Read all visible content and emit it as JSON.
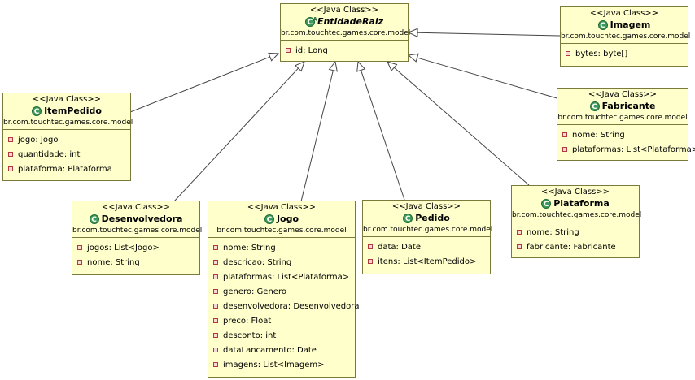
{
  "stereotype": "<<Java Class>>",
  "classes": {
    "entidade_raiz": {
      "name": "EntidadeRaiz",
      "package": "br.com.touchtec.games.core.model",
      "attrs": [
        "id: Long"
      ]
    },
    "imagem": {
      "name": "Imagem",
      "package": "br.com.touchtec.games.core.model",
      "attrs": [
        "bytes: byte[]"
      ]
    },
    "item_pedido": {
      "name": "ItemPedido",
      "package": "br.com.touchtec.games.core.model",
      "attrs": [
        "jogo: Jogo",
        "quantidade: int",
        "plataforma: Plataforma"
      ]
    },
    "fabricante": {
      "name": "Fabricante",
      "package": "br.com.touchtec.games.core.model",
      "attrs": [
        "nome: String",
        "plataformas: List<Plataforma>"
      ]
    },
    "desenvolvedora": {
      "name": "Desenvolvedora",
      "package": "br.com.touchtec.games.core.model",
      "attrs": [
        "jogos: List<Jogo>",
        "nome: String"
      ]
    },
    "jogo": {
      "name": "Jogo",
      "package": "br.com.touchtec.games.core.model",
      "attrs": [
        "nome: String",
        "descricao: String",
        "plataformas: List<Plataforma>",
        "genero: Genero",
        "desenvolvedora: Desenvolvedora",
        "preco: Float",
        "desconto: int",
        "dataLancamento: Date",
        "imagens: List<Imagem>"
      ]
    },
    "pedido": {
      "name": "Pedido",
      "package": "br.com.touchtec.games.core.model",
      "attrs": [
        "data: Date",
        "itens: List<ItemPedido>"
      ]
    },
    "plataforma": {
      "name": "Plataforma",
      "package": "br.com.touchtec.games.core.model",
      "attrs": [
        "nome: String",
        "fabricante: Fabricante"
      ]
    }
  },
  "colors": {
    "class_fill": "#ffffcc",
    "border": "#7a7a3a",
    "class_icon": "#3e9a5a",
    "field_icon": "#b33a3a",
    "edge": "#444444"
  },
  "icons": {
    "class": "class-icon",
    "abstract": "abstract-class-icon",
    "field": "private-field-icon"
  }
}
